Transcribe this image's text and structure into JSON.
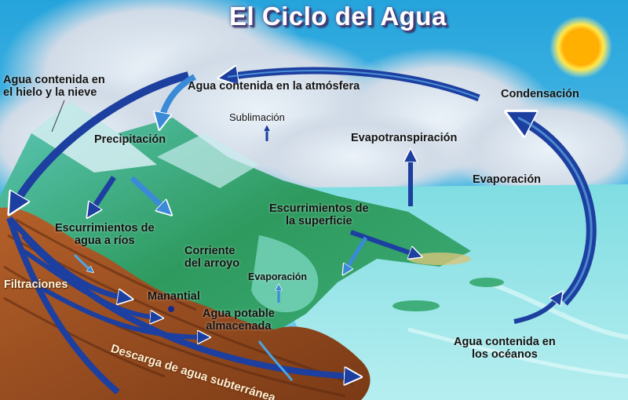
{
  "title": "El Ciclo del Agua",
  "labels": {
    "agua_hielo_nieve": [
      "Agua contenida en",
      "el hielo y la nieve"
    ],
    "agua_atmosfera": "Agua contenida en la atmósfera",
    "sublimacion": "Sublimación",
    "precipitacion": "Precipitación",
    "evapotranspiracion": "Evapotranspiración",
    "condensacion": "Condensación",
    "evaporacion_oceano": "Evaporación",
    "escurrimientos_rios": [
      "Escurrimientos de",
      "agua a ríos"
    ],
    "escurrimientos_superficie": [
      "Escurrimientos de",
      "la superficie"
    ],
    "corriente_arroyo": [
      "Corriente",
      "del arroyo"
    ],
    "evaporacion_lago": "Evaporación",
    "filtraciones": "Filtraciones",
    "manantial": "Manantial",
    "agua_potable": [
      "Agua potable",
      "almacenada"
    ],
    "agua_oceanos": [
      "Agua contenida en",
      "los océanos"
    ],
    "descarga_subterranea": "Descarga de agua subterránea"
  },
  "icons": {
    "sun": "sun-icon",
    "arrows": "flow-arrow-icon"
  },
  "colors": {
    "sky": "#3fb6e0",
    "sky_top": "#2aa7dc",
    "cloud": "#e8ecf2",
    "ocean": "#8fe0e6",
    "land_green": "#2f9a5c",
    "soil": "#9a4a1e",
    "arrow_dark": "#1c3fa0",
    "arrow_light": "#4aa6e6",
    "sun_core": "#ffb000",
    "sun_glow": "#fff24a",
    "title_text": "#ffffff"
  }
}
